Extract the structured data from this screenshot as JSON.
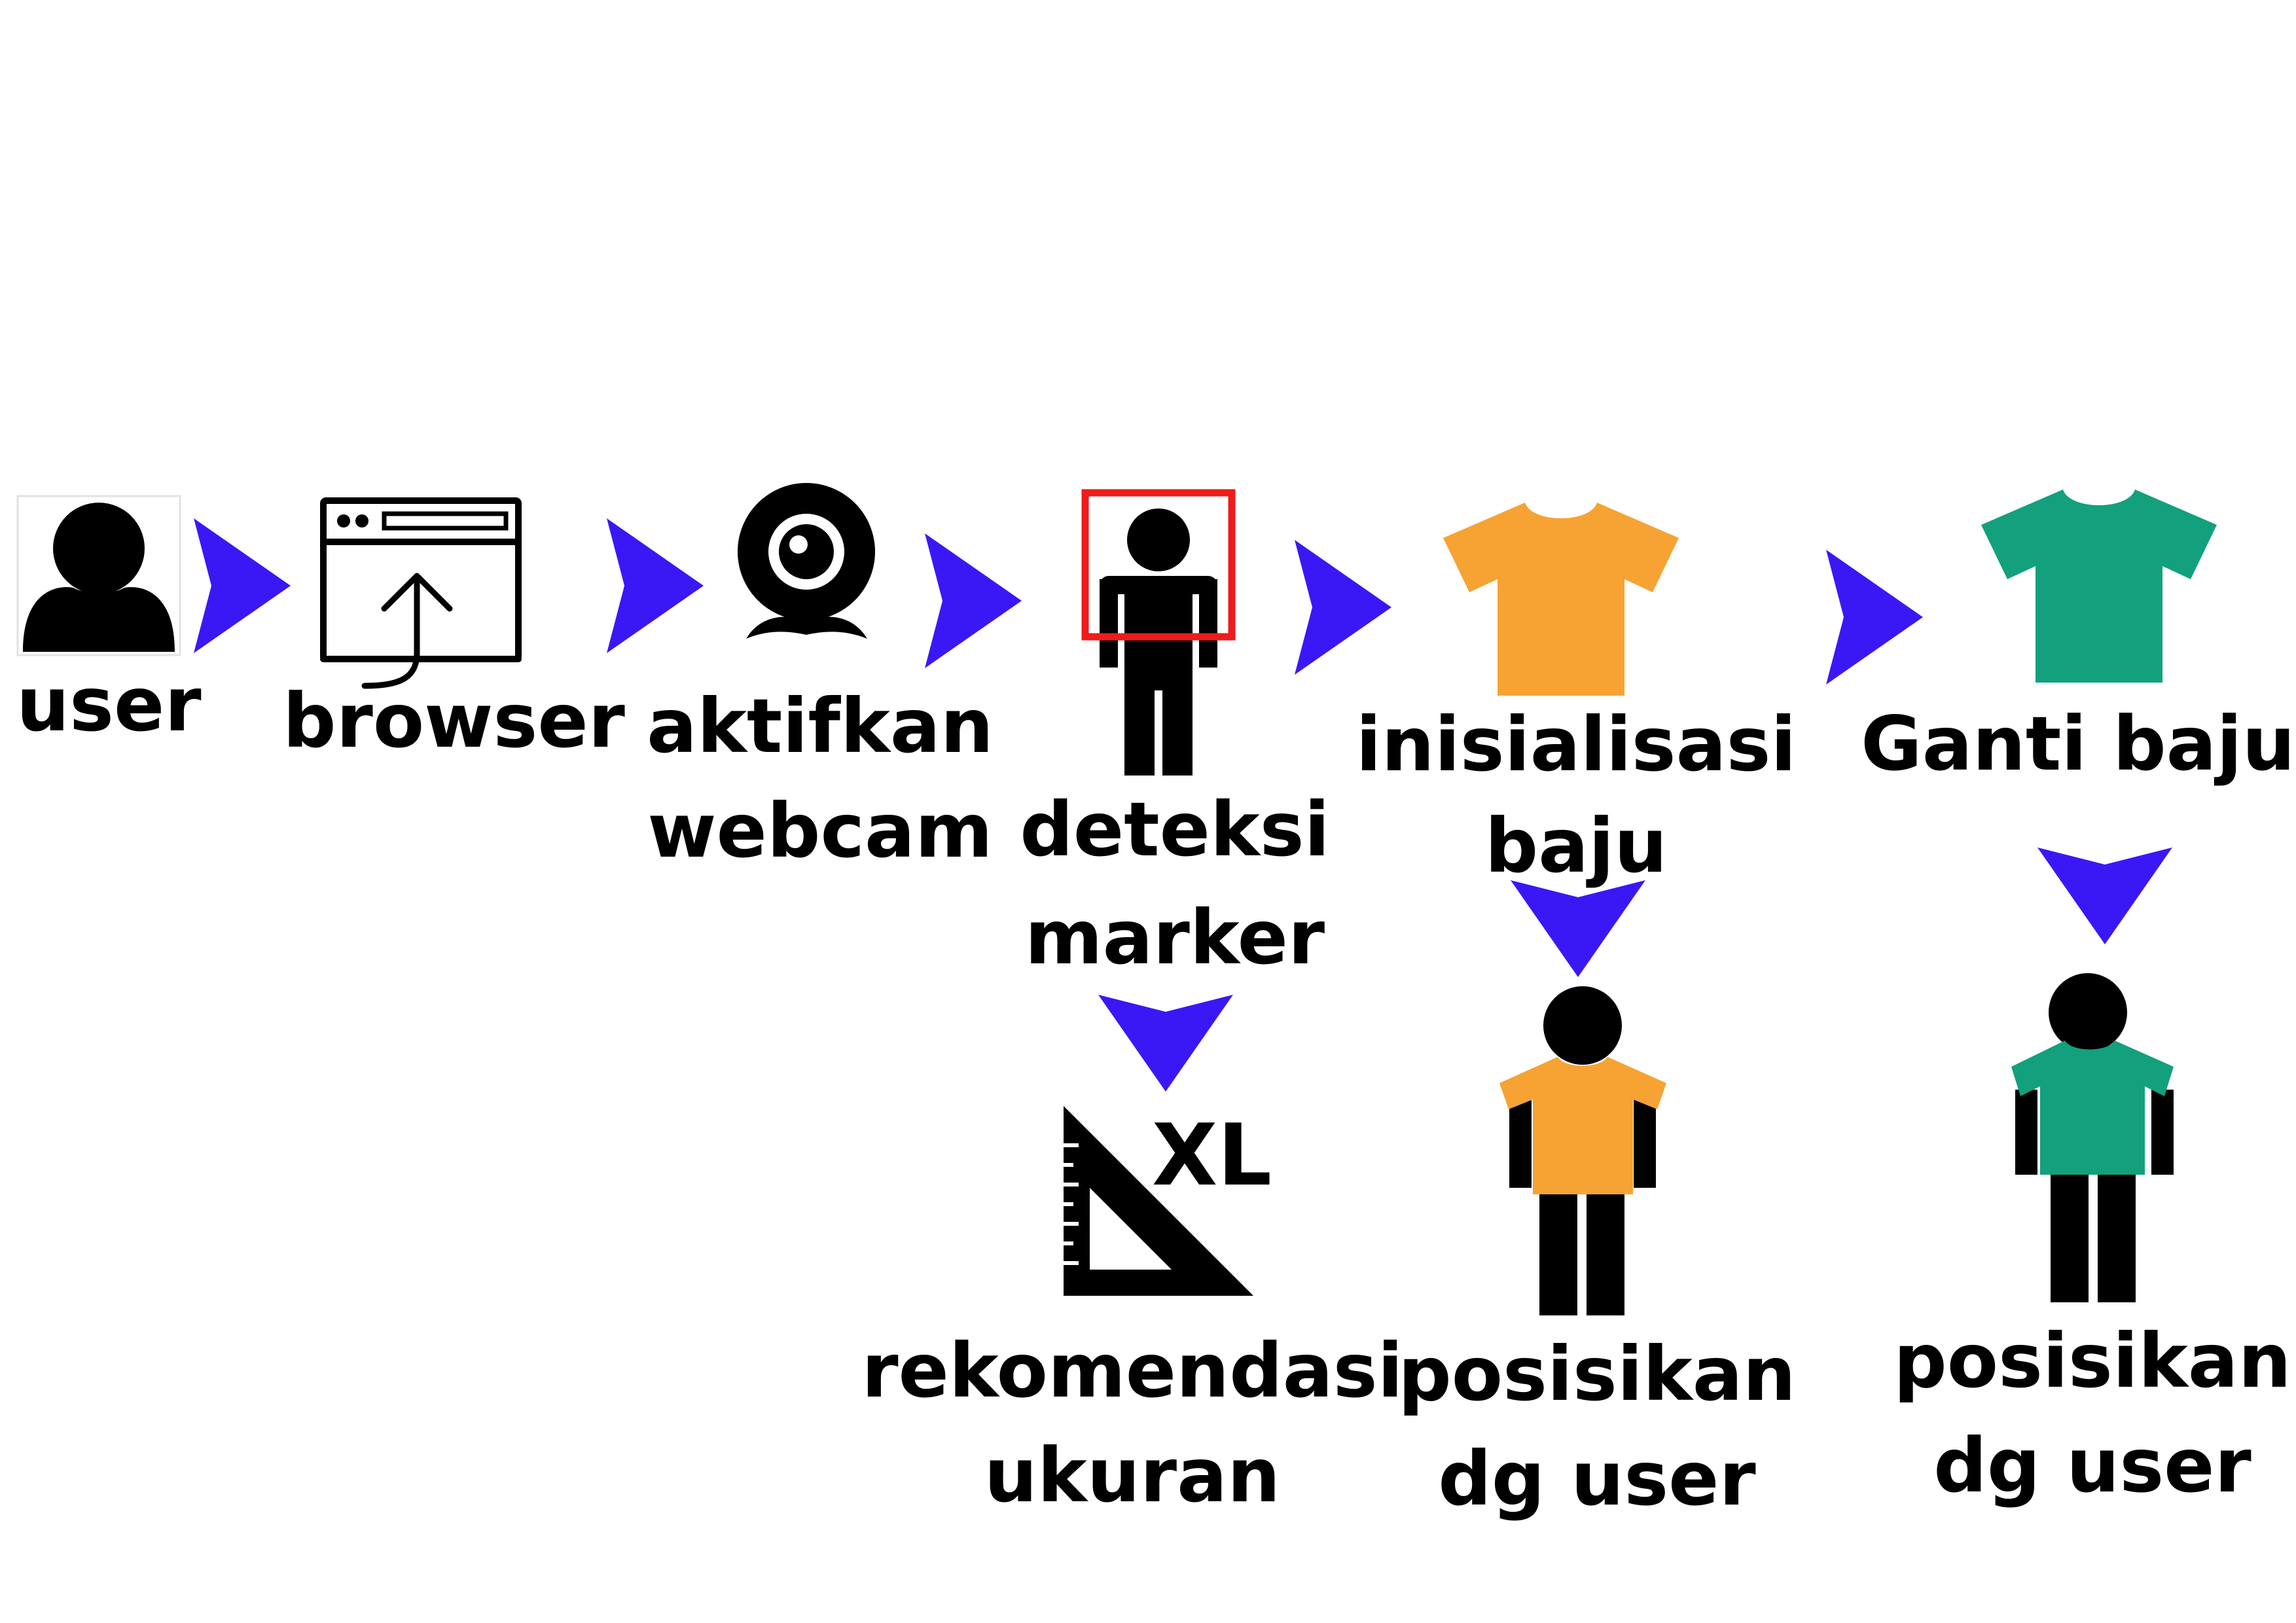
{
  "colors": {
    "arrow": "#3a18f5",
    "orange_shirt": "#f6a333",
    "green_shirt": "#12a07d",
    "marker_box": "#ee1c1c",
    "ink": "#000000"
  },
  "nodes": {
    "user": {
      "icon": "user-avatar-icon",
      "label": "user"
    },
    "browser": {
      "icon": "browser-upload-icon",
      "label": "browser"
    },
    "webcam": {
      "icon": "webcam-icon",
      "line1": "aktifkan",
      "line2": "webcam"
    },
    "marker": {
      "icon": "person-marker-icon",
      "line1": "deteksi",
      "line2": "marker"
    },
    "init_shirt": {
      "icon": "orange-shirt-icon",
      "line1": "inisialisasi",
      "line2": "baju"
    },
    "change_shirt": {
      "icon": "green-shirt-icon",
      "label": "Ganti baju"
    },
    "size_rec": {
      "icon": "ruler-triangle-icon",
      "icon_text": "XL",
      "line1": "rekomendasi",
      "line2": "ukuran"
    },
    "place_orange": {
      "icon": "person-orange-shirt-icon",
      "line1": "posisikan",
      "line2": "dg user"
    },
    "place_green": {
      "icon": "person-green-shirt-icon",
      "line1": "posisikan",
      "line2": "dg user"
    }
  }
}
